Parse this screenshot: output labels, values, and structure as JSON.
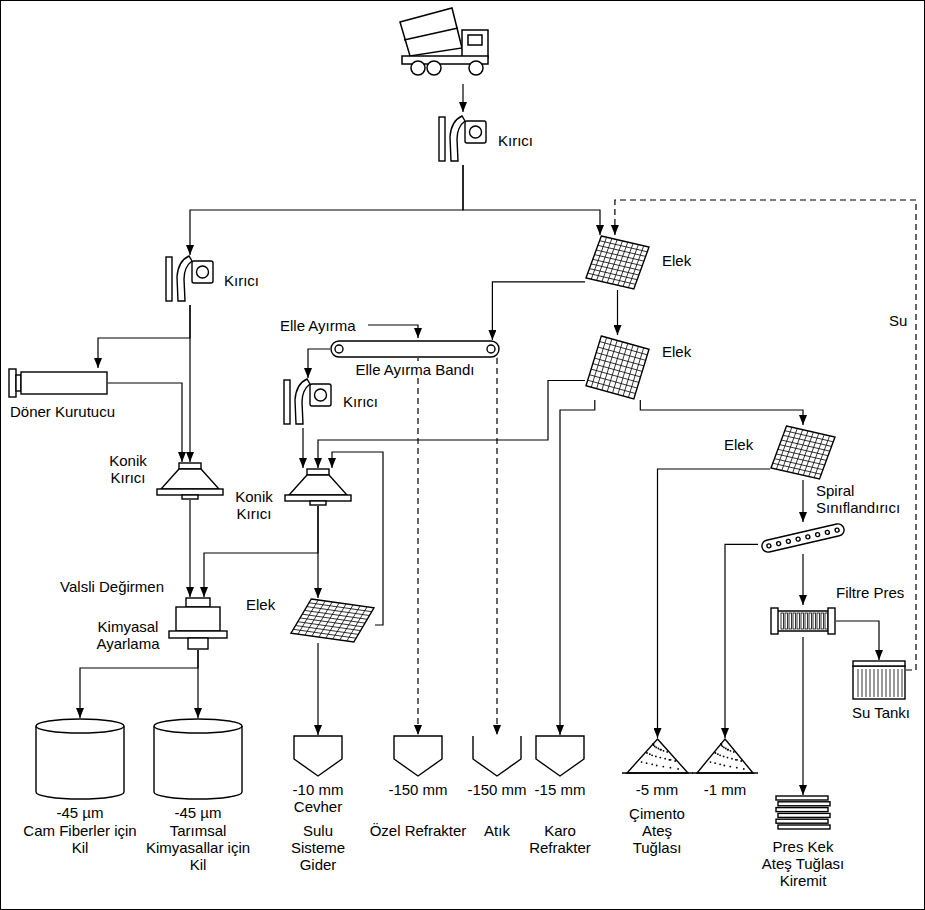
{
  "diagram": {
    "nodes": [
      {
        "text": [
          "Kırıcı"
        ]
      },
      {
        "text": [
          "Kırıcı"
        ]
      },
      {
        "text": [
          "Döner Kurutucu"
        ]
      },
      {
        "text": [
          "Konik Kırıcı"
        ]
      },
      {
        "text": [
          "Valsli Değirmen",
          "Kimyasal Ayarlama"
        ]
      },
      {
        "text": [
          "Elek"
        ]
      },
      {
        "text": [
          "Elle Ayırma Bandı"
        ]
      },
      {
        "text": [
          "Elek"
        ]
      },
      {
        "text": [
          "Kırıcı"
        ]
      },
      {
        "text": [
          "Konik Kırıcı"
        ]
      },
      {
        "text": [
          "Elek"
        ]
      },
      {
        "text": [
          "Elek"
        ]
      },
      {
        "text": [
          "Spiral Sınıflandırıcı"
        ]
      },
      {
        "text": [
          "Filtre Pres"
        ]
      },
      {
        "text": [
          "Su Tankı"
        ]
      },
      {
        "text": [
          "-45 µm",
          "Cam Fiberler için Kil"
        ]
      },
      {
        "text": [
          "-45 µm",
          "Tarımsal Kimyasallar için Kil"
        ]
      },
      {
        "text": [
          "-10 mm",
          "Cevher",
          "Sulu Sisteme Gider"
        ]
      },
      {
        "text": [
          "-150 mm",
          "Özel Refrakter"
        ]
      },
      {
        "text": [
          "-150 mm",
          "Atık"
        ]
      },
      {
        "text": [
          "-15 mm",
          "Karo Refrakter"
        ]
      },
      {
        "text": [
          "-5 mm",
          "Çimento Ateş Tuğlası"
        ]
      },
      {
        "text": [
          "-1 mm"
        ]
      },
      {
        "text": [
          "Pres Kek Ateş Tuğlası Kiremit"
        ]
      }
    ],
    "edges": [
      {
        "from": 0,
        "to": 1,
        "arrow": "to"
      },
      {
        "from": 0,
        "to": 5,
        "arrow": "to"
      },
      {
        "from": 1,
        "to": 3,
        "arrow": "to"
      },
      {
        "from": 1,
        "to": 2,
        "arrow": "to"
      },
      {
        "from": 2,
        "to": 3,
        "arrow": "to"
      },
      {
        "from": 3,
        "to": 4,
        "arrow": "to"
      },
      {
        "from": 4,
        "to": 15,
        "arrow": "to"
      },
      {
        "from": 4,
        "to": 16,
        "arrow": "to"
      },
      {
        "from": 5,
        "to": 6,
        "arrow": "to"
      },
      {
        "from": 5,
        "to": 7,
        "arrow": "to"
      },
      {
        "from": 6,
        "to": 8,
        "arrow": "to"
      },
      {
        "from": 6,
        "to": 18,
        "arrow": "to"
      },
      {
        "from": 6,
        "to": 19,
        "arrow": "to"
      },
      {
        "from": 8,
        "to": 9,
        "arrow": "to"
      },
      {
        "from": 7,
        "to": 9,
        "arrow": "to"
      },
      {
        "from": 7,
        "to": 20,
        "arrow": "to"
      },
      {
        "from": 7,
        "to": 11,
        "arrow": "to"
      },
      {
        "from": 9,
        "to": 10,
        "arrow": "to"
      },
      {
        "from": 9,
        "to": 4,
        "arrow": "to"
      },
      {
        "from": 10,
        "to": 9,
        "arrow": "to"
      },
      {
        "from": 10,
        "to": 17,
        "arrow": "to"
      },
      {
        "from": 11,
        "to": 21,
        "arrow": "to"
      },
      {
        "from": 11,
        "to": 12,
        "arrow": "to"
      },
      {
        "from": 12,
        "to": 22,
        "arrow": "to"
      },
      {
        "from": 12,
        "to": 13,
        "arrow": "to"
      },
      {
        "from": 13,
        "to": 23,
        "arrow": "to"
      },
      {
        "from": 13,
        "to": 14,
        "arrow": "to"
      },
      {
        "from": 14,
        "to": 5,
        "label": "Su",
        "arrow": "to"
      }
    ],
    "labels": [
      "Elle Ayırma"
    ]
  }
}
